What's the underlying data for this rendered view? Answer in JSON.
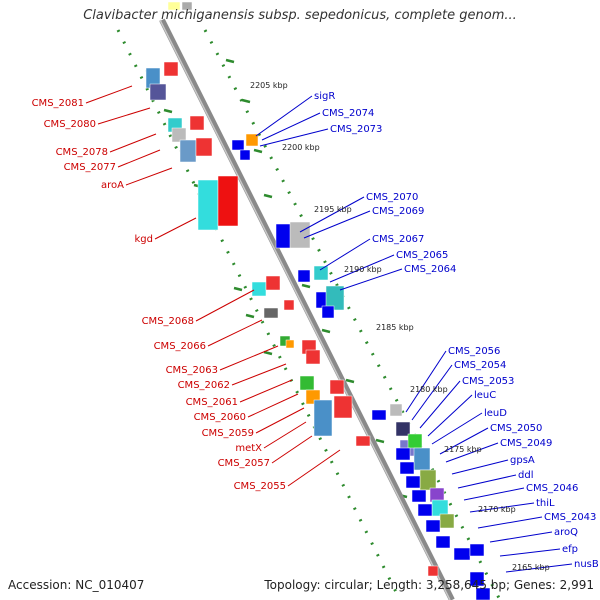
{
  "title": "Clavibacter michiganensis subsp. sepedonicus, complete genom...",
  "footer": {
    "accession": "Accession: NC_010407",
    "summary": "Topology: circular; Length: 3,258,645 bp; Genes: 2,991"
  },
  "colors": {
    "reverse_label": "#cc0000",
    "forward_label": "#0000cc",
    "backbone": "#8a8a8a",
    "tick": "#2e8b2e"
  },
  "kbp_ticks": [
    "2205 kbp",
    "2200 kbp",
    "2195 kbp",
    "2190 kbp",
    "2185 kbp",
    "2180 kbp",
    "2175 kbp",
    "2170 kbp",
    "2165 kbp"
  ],
  "reverse_genes": [
    "CMS_2081",
    "CMS_2080",
    "CMS_2078",
    "CMS_2077",
    "aroA",
    "kgd",
    "CMS_2068",
    "CMS_2066",
    "CMS_2063",
    "CMS_2062",
    "CMS_2061",
    "CMS_2060",
    "CMS_2059",
    "metX",
    "CMS_2057",
    "CMS_2055"
  ],
  "forward_genes": [
    "sigR",
    "CMS_2074",
    "CMS_2073",
    "CMS_2070",
    "CMS_2069",
    "CMS_2067",
    "CMS_2065",
    "CMS_2064",
    "CMS_2056",
    "CMS_2054",
    "CMS_2053",
    "leuC",
    "leuD",
    "CMS_2050",
    "CMS_2049",
    "gpsA",
    "ddl",
    "CMS_2046",
    "thiL",
    "CMS_2043",
    "aroQ",
    "efp",
    "nusB"
  ]
}
